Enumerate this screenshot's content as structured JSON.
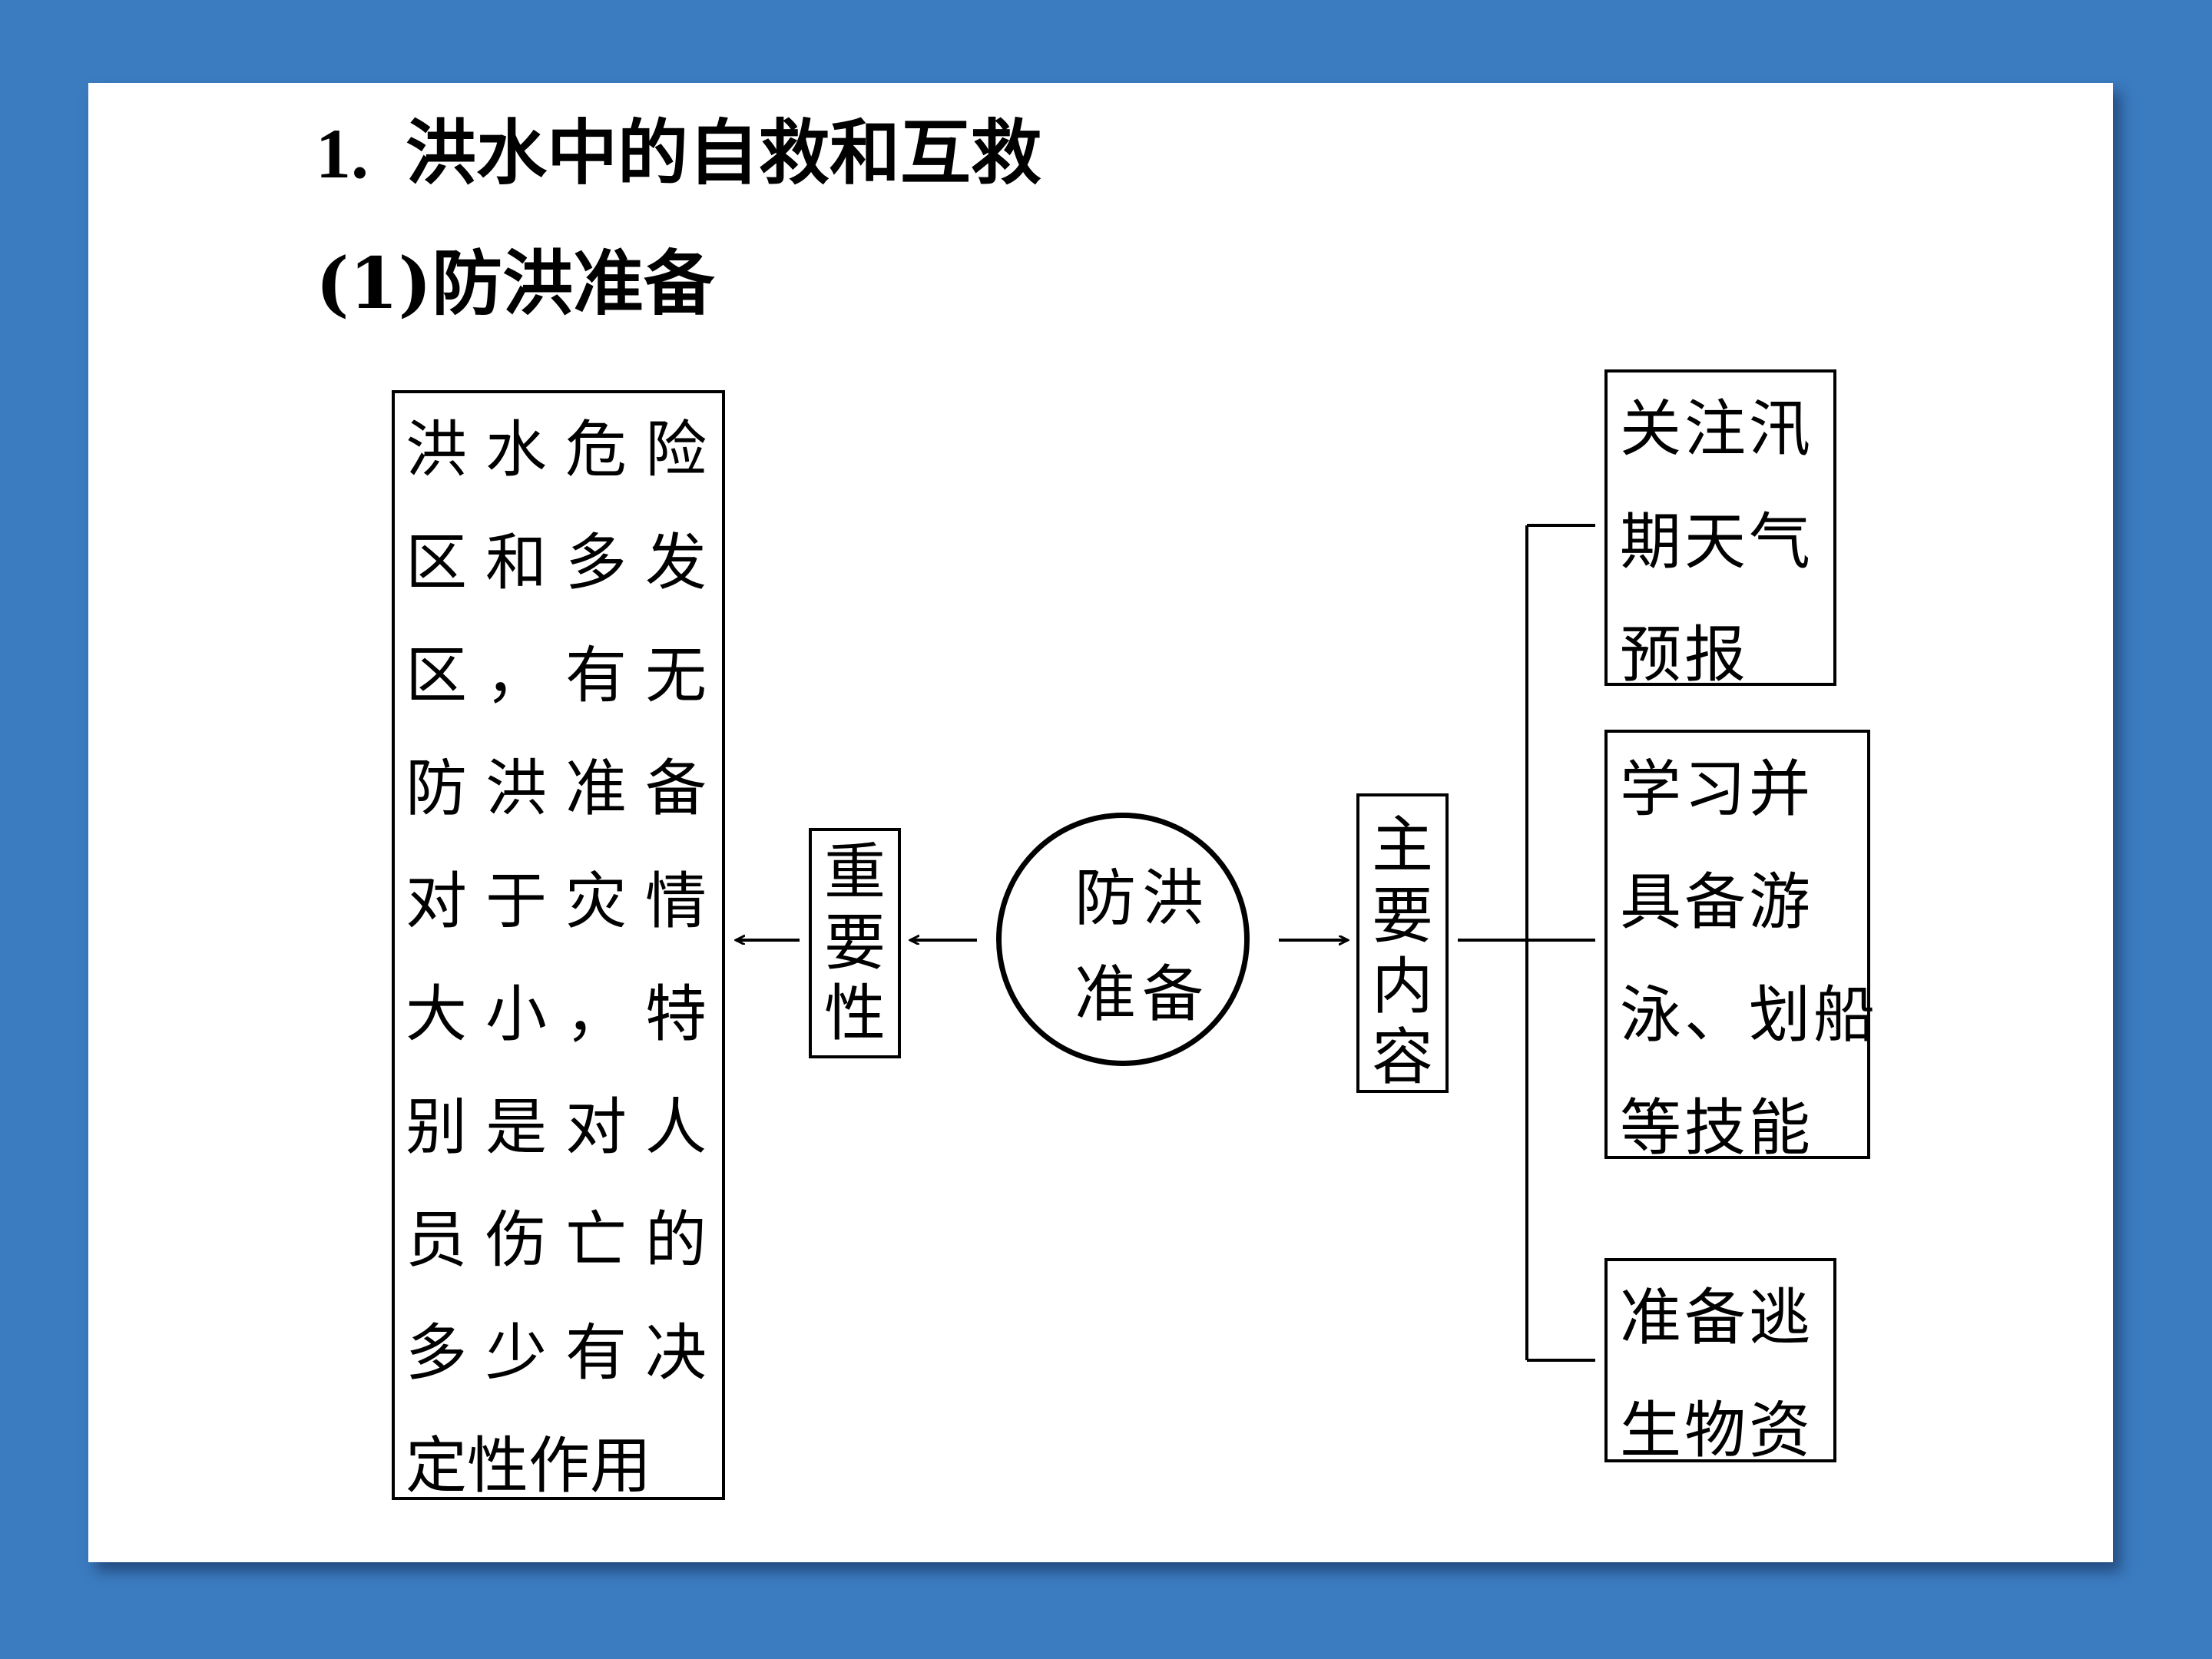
{
  "heading": {
    "number": "1.",
    "title": "洪水中的自救和互救"
  },
  "subheading": "(1)防洪准备",
  "diagram": {
    "center": {
      "lines": [
        "防洪",
        "准备"
      ]
    },
    "importance_label": [
      "重",
      "要",
      "性"
    ],
    "importance_text": [
      "洪水危险",
      "区和多发",
      "区，有无",
      "防洪准备",
      "对于灾情",
      "大小，特",
      "别是对人",
      "员伤亡的",
      "多少有决",
      "定性作用"
    ],
    "content_label": [
      "主",
      "要",
      "内",
      "容"
    ],
    "content_items": [
      {
        "lines": [
          "关注汛",
          "期天气",
          "预报"
        ]
      },
      {
        "lines": [
          "学习并",
          "具备游",
          "泳、划船",
          "等技能"
        ]
      },
      {
        "lines": [
          "准备逃",
          "生物资"
        ]
      }
    ]
  }
}
